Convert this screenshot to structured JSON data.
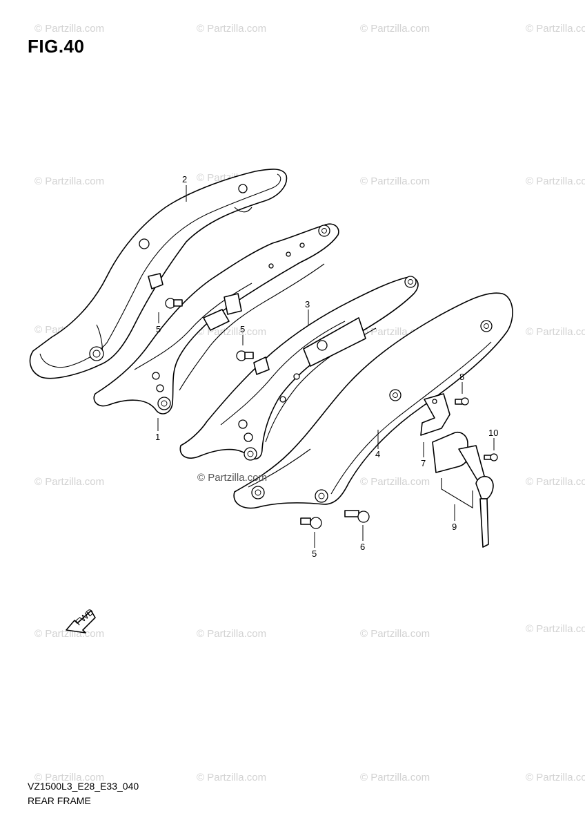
{
  "figure": {
    "title": "FIG.40"
  },
  "footer": {
    "code": "VZ1500L3_E28_E33_040",
    "name": "REAR FRAME"
  },
  "watermark": {
    "text": "© Partzilla.com",
    "center_text": "© Partzilla.com"
  },
  "fwd_arrow": {
    "label": "FWD"
  },
  "callouts": [
    {
      "id": "c2",
      "label": "2"
    },
    {
      "id": "c1",
      "label": "1"
    },
    {
      "id": "c5a",
      "label": "5"
    },
    {
      "id": "c5b",
      "label": "5"
    },
    {
      "id": "c3",
      "label": "3"
    },
    {
      "id": "c4",
      "label": "4"
    },
    {
      "id": "c5c",
      "label": "5"
    },
    {
      "id": "c6",
      "label": "6"
    },
    {
      "id": "c7",
      "label": "7"
    },
    {
      "id": "c8",
      "label": "8"
    },
    {
      "id": "c9",
      "label": "9"
    },
    {
      "id": "c10",
      "label": "10"
    }
  ],
  "colors": {
    "line": "#000000",
    "watermark": "#d2d2d2",
    "background": "#ffffff"
  }
}
